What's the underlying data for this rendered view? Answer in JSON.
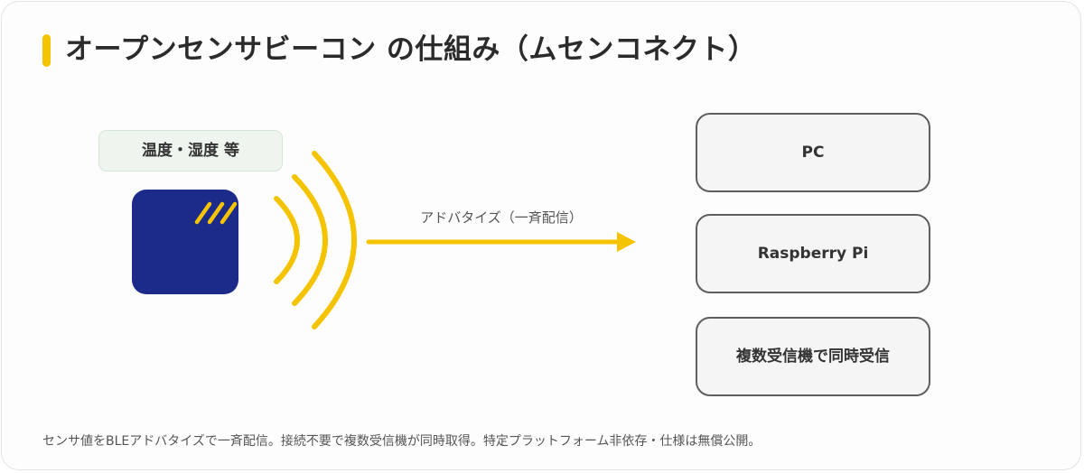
{
  "title": "オープンセンサビーコン の仕組み（ムセンコネクト）",
  "sensor": {
    "label": "温度・湿度 等"
  },
  "broadcast": {
    "label": "アドバタイズ（一斉配信）"
  },
  "receivers": [
    {
      "label": "PC"
    },
    {
      "label": "Raspberry Pi"
    },
    {
      "label": "複数受信機で同時受信"
    }
  ],
  "footer": "センサ値をBLEアドバタイズで一斉配信。接続不要で複数受信機が同時取得。特定プラットフォーム非依存・仕様は無償公開。",
  "colors": {
    "accent": "#f4c400",
    "device": "#1c2a8a",
    "label_bg": "#eef5ee",
    "receiver_border": "#5e5e5e"
  }
}
